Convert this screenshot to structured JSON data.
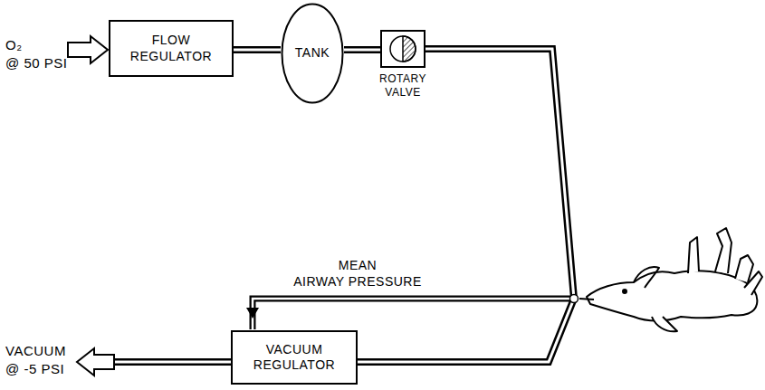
{
  "diagram": {
    "nodes": [
      {
        "text": [
          "FLOW REGULATOR"
        ]
      },
      {
        "text": [
          "TANK"
        ]
      },
      {
        "text": [
          "ROTARY VALVE"
        ]
      },
      {
        "text": [
          "VACUUM REGULATOR"
        ]
      }
    ],
    "edges": [
      {
        "from": 0,
        "to": 1,
        "arrow": "none"
      },
      {
        "from": 1,
        "to": 2,
        "arrow": "none"
      },
      {
        "from": 2,
        "to": 3,
        "arrow": "none"
      }
    ],
    "labels": [
      "O₂ @ 50 PSI",
      "MEAN AIRWAY PRESSURE",
      "VACUUM @ -5 PSI"
    ]
  }
}
